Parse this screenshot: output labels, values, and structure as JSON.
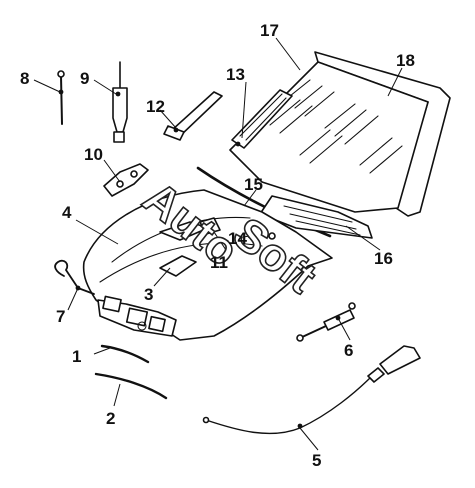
{
  "watermark": {
    "line1": "Auto",
    "line2": "Soft"
  },
  "callouts": [
    {
      "id": "1",
      "label": "1"
    },
    {
      "id": "2",
      "label": "2"
    },
    {
      "id": "3",
      "label": "3"
    },
    {
      "id": "4",
      "label": "4"
    },
    {
      "id": "5",
      "label": "5"
    },
    {
      "id": "6",
      "label": "6"
    },
    {
      "id": "7",
      "label": "7"
    },
    {
      "id": "8",
      "label": "8"
    },
    {
      "id": "9",
      "label": "9"
    },
    {
      "id": "10",
      "label": "10"
    },
    {
      "id": "11",
      "label": "11"
    },
    {
      "id": "12",
      "label": "12"
    },
    {
      "id": "13",
      "label": "13"
    },
    {
      "id": "14",
      "label": "14"
    },
    {
      "id": "15",
      "label": "15"
    },
    {
      "id": "16",
      "label": "16"
    },
    {
      "id": "17",
      "label": "17"
    },
    {
      "id": "18",
      "label": "18"
    }
  ]
}
